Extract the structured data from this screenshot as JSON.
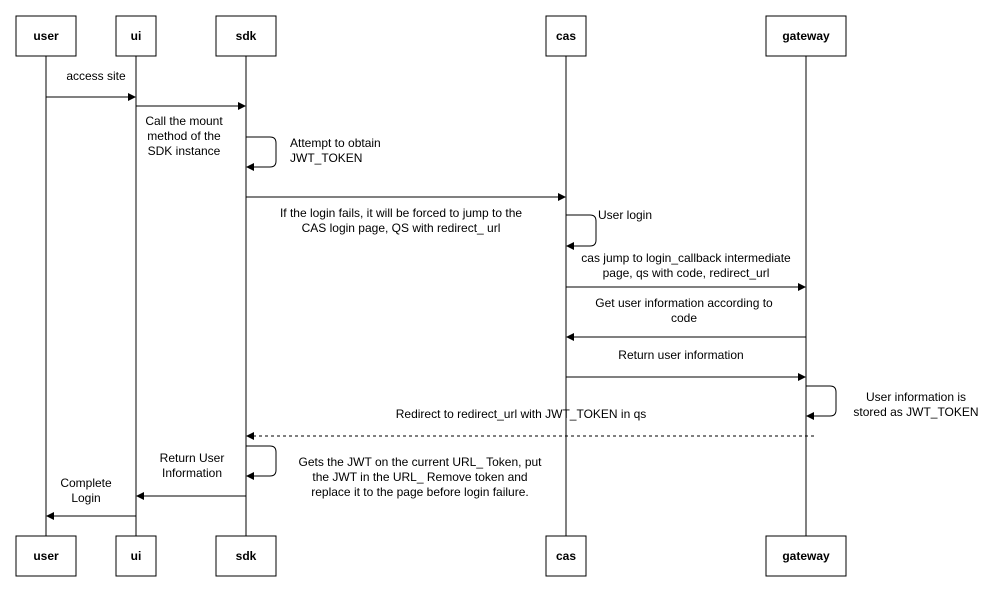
{
  "participants": [
    {
      "id": "user",
      "label": "user"
    },
    {
      "id": "ui",
      "label": "ui"
    },
    {
      "id": "sdk",
      "label": "sdk"
    },
    {
      "id": "cas",
      "label": "cas"
    },
    {
      "id": "gateway",
      "label": "gateway"
    }
  ],
  "messages": [
    {
      "from": "user",
      "to": "ui",
      "style": "solid",
      "lines": [
        "access site"
      ]
    },
    {
      "from": "ui",
      "to": "sdk",
      "style": "solid",
      "lines": [
        "Call the mount",
        "method of the",
        "SDK instance"
      ]
    },
    {
      "from": "sdk",
      "to": "sdk",
      "style": "self",
      "lines": [
        "Attempt to obtain",
        "JWT_TOKEN"
      ]
    },
    {
      "from": "sdk",
      "to": "cas",
      "style": "solid",
      "lines": [
        "If the login fails, it will be forced to jump to the",
        "CAS login page, QS with redirect_ url"
      ]
    },
    {
      "from": "cas",
      "to": "cas",
      "style": "self",
      "lines": [
        "User login"
      ]
    },
    {
      "from": "cas",
      "to": "gateway",
      "style": "solid",
      "lines": [
        "cas jump to login_callback intermediate",
        "page, qs with code, redirect_url"
      ]
    },
    {
      "from": "gateway",
      "to": "cas",
      "style": "solid",
      "lines": [
        "Get user information according to",
        "code"
      ]
    },
    {
      "from": "cas",
      "to": "gateway",
      "style": "solid",
      "lines": [
        "Return user information"
      ]
    },
    {
      "from": "gateway",
      "to": "gateway",
      "style": "self",
      "lines": [
        "User information is",
        "stored as JWT_TOKEN"
      ]
    },
    {
      "from": "gateway",
      "to": "sdk",
      "style": "dashed",
      "lines": [
        "Redirect to redirect_url with JWT_TOKEN in qs"
      ]
    },
    {
      "from": "sdk",
      "to": "sdk",
      "style": "self",
      "lines": [
        "Gets the JWT on the current URL_ Token, put",
        "the JWT in the URL_ Remove token and",
        "replace it to the page before login failure."
      ]
    },
    {
      "from": "sdk",
      "to": "ui",
      "style": "solid",
      "lines": [
        "Return User",
        "Information"
      ]
    },
    {
      "from": "ui",
      "to": "user",
      "style": "solid",
      "lines": [
        "Complete",
        "Login"
      ]
    }
  ]
}
